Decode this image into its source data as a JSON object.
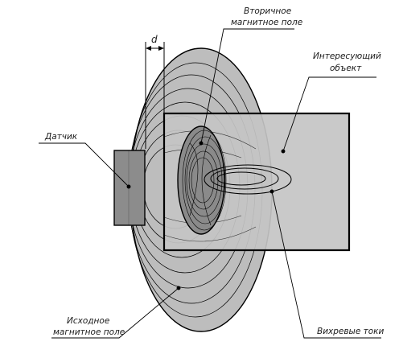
{
  "labels": {
    "distance": "d",
    "secondary_field": [
      "Вторичное",
      "магнитное поле"
    ],
    "object_of_interest": [
      "Интересующий",
      "объект"
    ],
    "sensor": "Датчик",
    "primary_field": [
      "Исходное",
      "магнитное поле"
    ],
    "eddy_currents": "Вихревые токи"
  },
  "colors": {
    "outer_field": "#bdbdbd",
    "object": "#c4c4c4",
    "inner_field": "#8a8a8a",
    "sensor": "#8c8c8c",
    "line": "#000000"
  }
}
